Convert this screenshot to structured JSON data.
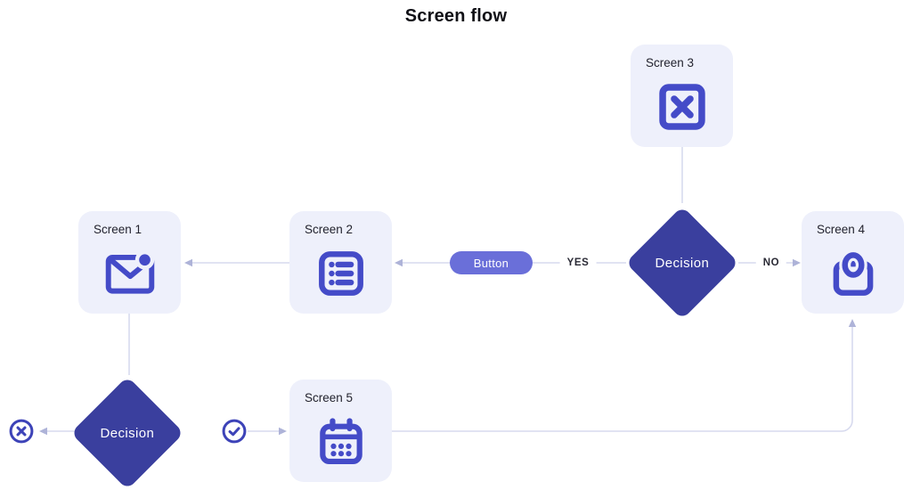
{
  "title": "Screen flow",
  "colors": {
    "card_bg": "#eef0fb",
    "icon": "#444bc8",
    "diamond_bg": "#3a3f9e",
    "diamond_text": "#ffffff",
    "button_bg": "#6a6fd9",
    "button_text": "#ffffff",
    "connector_line": "#d7daee",
    "arrowhead": "#aeb3d8",
    "terminator_icon": "#3d43b8",
    "label_text": "#23232e",
    "title_text": "#101016"
  },
  "nodes": {
    "screen1": {
      "label": "Screen 1",
      "icon": "mail-notification-icon"
    },
    "screen2": {
      "label": "Screen 2",
      "icon": "list-icon"
    },
    "screen3": {
      "label": "Screen 3",
      "icon": "x-square-icon"
    },
    "screen4": {
      "label": "Screen 4",
      "icon": "shopping-bag-icon"
    },
    "screen5": {
      "label": "Screen 5",
      "icon": "calendar-icon"
    },
    "decision_top": {
      "label": "Decision"
    },
    "decision_bottom": {
      "label": "Decision"
    },
    "button": {
      "label": "Button"
    },
    "end_fail": {
      "icon": "x-circle-icon"
    },
    "end_success": {
      "icon": "check-circle-icon"
    }
  },
  "edges": {
    "yes_label": "YES",
    "no_label": "NO"
  }
}
